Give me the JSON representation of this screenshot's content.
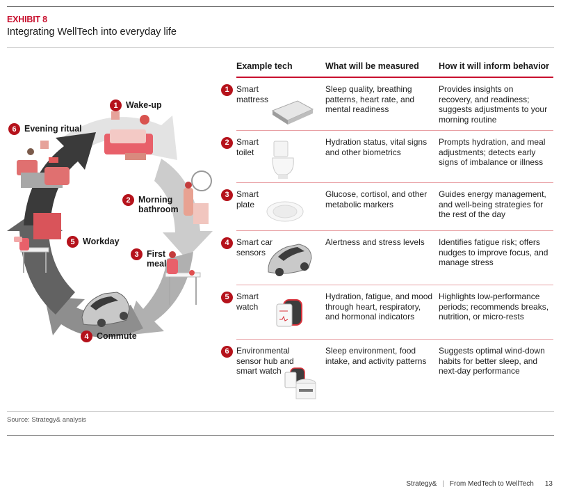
{
  "exhibit": {
    "label": "EXHIBIT 8",
    "title": "Integrating WellTech into everyday life"
  },
  "cycle": {
    "stages": [
      {
        "number": "1",
        "label": "Wake-up"
      },
      {
        "number": "2",
        "label_line1": "Morning",
        "label_line2": "bathroom"
      },
      {
        "number": "3",
        "label_line1": "First",
        "label_line2": "meal"
      },
      {
        "number": "4",
        "label": "Commute"
      },
      {
        "number": "5",
        "label": "Workday"
      },
      {
        "number": "6",
        "label": "Evening ritual"
      }
    ]
  },
  "table": {
    "headers": [
      "Example tech",
      "What will be measured",
      "How it will inform behavior"
    ],
    "rows": [
      {
        "number": "1",
        "tech": "Smart mattress",
        "measured": "Sleep quality, breathing patterns, heart rate, and mental readiness",
        "behavior": "Provides insights on recovery, and readiness; suggests adjustments to your morning routine",
        "icon": "mattress-icon"
      },
      {
        "number": "2",
        "tech": "Smart toilet",
        "measured": "Hydration status, vital signs and other biometrics",
        "behavior": "Prompts hydration, and meal adjustments; detects early signs of imbalance or illness",
        "icon": "toilet-icon"
      },
      {
        "number": "3",
        "tech": "Smart plate",
        "measured": "Glucose, cortisol, and other metabolic markers",
        "behavior": "Guides energy management, and well-being strategies for the rest of the day",
        "icon": "plate-icon"
      },
      {
        "number": "4",
        "tech": "Smart car sensors",
        "measured": "Alertness and stress levels",
        "behavior": "Identifies fatigue risk; offers nudges to improve focus, and manage stress",
        "icon": "car-icon"
      },
      {
        "number": "5",
        "tech": "Smart watch",
        "measured": "Hydration, fatigue, and mood through heart, respiratory, and hormonal indicators",
        "behavior": "Highlights low-performance periods; recommends breaks, nutrition, or micro-rests",
        "icon": "smartwatch-icon"
      },
      {
        "number": "6",
        "tech": "Environmental sensor hub and smart watch",
        "measured": "Sleep environment, food intake, and activity patterns",
        "behavior": "Suggests optimal wind-down habits for better sleep, and next-day performance",
        "icon": "sensor-hub-icon"
      }
    ]
  },
  "source": "Source: Strategy& analysis",
  "footer": {
    "brand": "Strategy&",
    "separator": "|",
    "publication": "From MedTech to WellTech",
    "page": "13"
  },
  "colors": {
    "accent": "#c8102e",
    "badge": "#b5121b",
    "arrow_light": "#e3e3e3",
    "arrow_mid": "#bdbdbd",
    "arrow_dark": "#3a3a3a"
  }
}
